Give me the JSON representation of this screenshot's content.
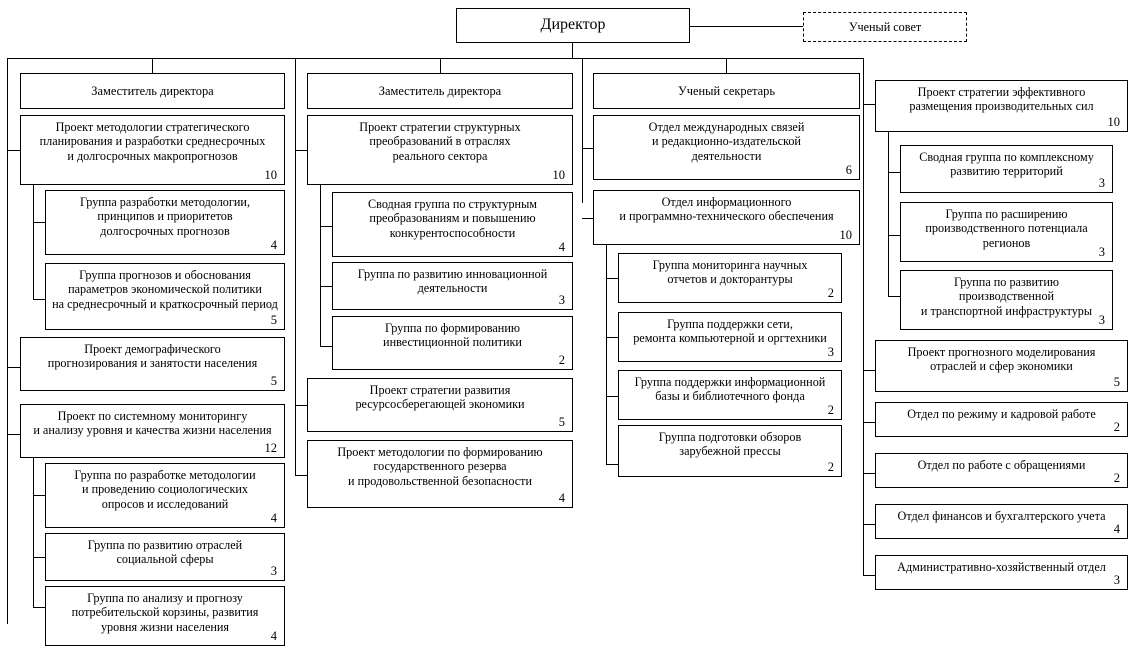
{
  "diagram": {
    "title_root": "Директор",
    "advisory": "Ученый совет",
    "columns": [
      {
        "id": "col-1",
        "header": "Заместитель директора",
        "nodes": [
          {
            "label": "Проект методологии стратегического\nпланирования и разработки среднесрочных\nи долгосрочных макропрогнозов",
            "count": "10",
            "children": [
              {
                "label": "Группа разработки методологии,\nпринципов и приоритетов\nдолгосрочных прогнозов",
                "count": "4"
              },
              {
                "label": "Группа прогнозов и обоснования\nпараметров экономической политики\nна среднесрочный и краткосрочный период",
                "count": "5"
              }
            ]
          },
          {
            "label": "Проект демографического\nпрогнозирования и занятости населения",
            "count": "5",
            "children": []
          },
          {
            "label": "Проект по системному мониторингу\nи анализу уровня и качества жизни населения",
            "count": "12",
            "children": [
              {
                "label": "Группа по разработке методологии\nи проведению социологических\nопросов и исследований",
                "count": "4"
              },
              {
                "label": "Группа по развитию отраслей\nсоциальной сферы",
                "count": "3"
              },
              {
                "label": "Группа по анализу и прогнозу\nпотребительской корзины, развития\nуровня жизни населения",
                "count": "4"
              }
            ]
          }
        ]
      },
      {
        "id": "col-2",
        "header": "Заместитель директора",
        "nodes": [
          {
            "label": "Проект стратегии структурных\nпреобразований в отраслях\nреального сектора",
            "count": "10",
            "children": [
              {
                "label": "Сводная группа по структурным\nпреобразованиям и повышению\nконкурентоспособности",
                "count": "4"
              },
              {
                "label": "Группа по развитию инновационной\nдеятельности",
                "count": "3"
              },
              {
                "label": "Группа по формированию\nинвестиционной политики",
                "count": "2"
              }
            ]
          },
          {
            "label": "Проект стратегии развития\nресурсосберегающей экономики",
            "count": "5",
            "children": []
          },
          {
            "label": "Проект методологии по формированию\nгосударственного резерва\nи продовольственной безопасности",
            "count": "4",
            "children": []
          }
        ]
      },
      {
        "id": "col-3",
        "header": "Ученый секретарь",
        "nodes": [
          {
            "label": "Отдел международных связей\nи редакционно-издательской\nдеятельности",
            "count": "6",
            "children": []
          },
          {
            "label": "Отдел информационного\nи программно-технического обеспечения",
            "count": "10",
            "children": [
              {
                "label": "Группа мониторинга научных\nотчетов и докторантуры",
                "count": "2"
              },
              {
                "label": "Группа поддержки сети,\nремонта компьютерной и оргтехники",
                "count": "3"
              },
              {
                "label": "Группа поддержки информационной\nбазы и библиотечного фонда",
                "count": "2"
              },
              {
                "label": "Группа подготовки обзоров\nзарубежной прессы",
                "count": "2"
              }
            ]
          }
        ]
      },
      {
        "id": "col-4",
        "header": "",
        "nodes": [
          {
            "label": "Проект стратегии эффективного\nразмещения производительных сил",
            "count": "10",
            "children": [
              {
                "label": "Сводная группа по комплексному\nразвитию территорий",
                "count": "3"
              },
              {
                "label": "Группа по расширению\nпроизводственного потенциала\nрегионов",
                "count": "3"
              },
              {
                "label": "Группа по развитию\nпроизводственной\nи транспортной инфраструктуры",
                "count": "3"
              }
            ]
          },
          {
            "label": "Проект прогнозного моделирования\nотраслей и сфер экономики",
            "count": "5",
            "children": []
          },
          {
            "label": "Отдел по режиму и кадровой работе",
            "count": "2",
            "children": []
          },
          {
            "label": "Отдел по работе с обращениями",
            "count": "2",
            "children": []
          },
          {
            "label": "Отдел финансов и бухгалтерского учета",
            "count": "4",
            "children": []
          },
          {
            "label": "Административно-хозяйственный отдел",
            "count": "3",
            "children": []
          }
        ]
      }
    ]
  }
}
